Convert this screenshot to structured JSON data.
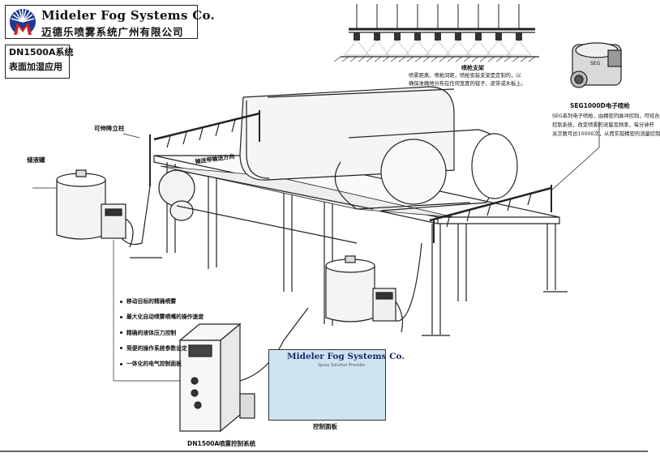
{
  "company": {
    "name_en": "Mideler Fog Systems Co.",
    "name_cn": "迈德乐喷雾系统广州有限公司"
  },
  "system": {
    "line1": "DN1500A系统",
    "line2": "表面加湿应用"
  },
  "labels": {
    "nozzle_bracket": "喷枪支架",
    "nozzle_bracket_desc1": "喷雾距离、喷枪间距，喷枪安装支架是定制的，以",
    "nozzle_bracket_desc2": "确保准确地分布在任何宽度的毯子、皮带或木板上。",
    "nozzle_model": "SEG1000D电子喷枪",
    "nozzle_desc1": "SEG系列电子喷枪，由精密的脉冲控制，可结合",
    "nozzle_desc2": "控制系统，改变喷雾的流量及频率，每分钟开",
    "nozzle_desc3": "关次数可达10000次，从而实现精密的流量控制",
    "retractable_column": "可伸降立柱",
    "tank": "储液罐",
    "conveyor_direction": "输送带输送方向",
    "control_panel": "控制面板",
    "control_system": "DN1500A喷雾控制系统"
  },
  "features": [
    "移动目标的精确喷雾",
    "最大化自动喷雾喷嘴的操作速度",
    "精确的液体压力控制",
    "简便的操作系统参数设定",
    "一体化的电气控制面板"
  ],
  "panel_screen": {
    "title": "Mideler Fog Systems Co.",
    "subtitle": "Spray Solution Provider"
  },
  "colors": {
    "logo_blue": "#1f3a93",
    "logo_red": "#d62020",
    "panel_bg": "#cfe4f2",
    "line": "#222222"
  }
}
